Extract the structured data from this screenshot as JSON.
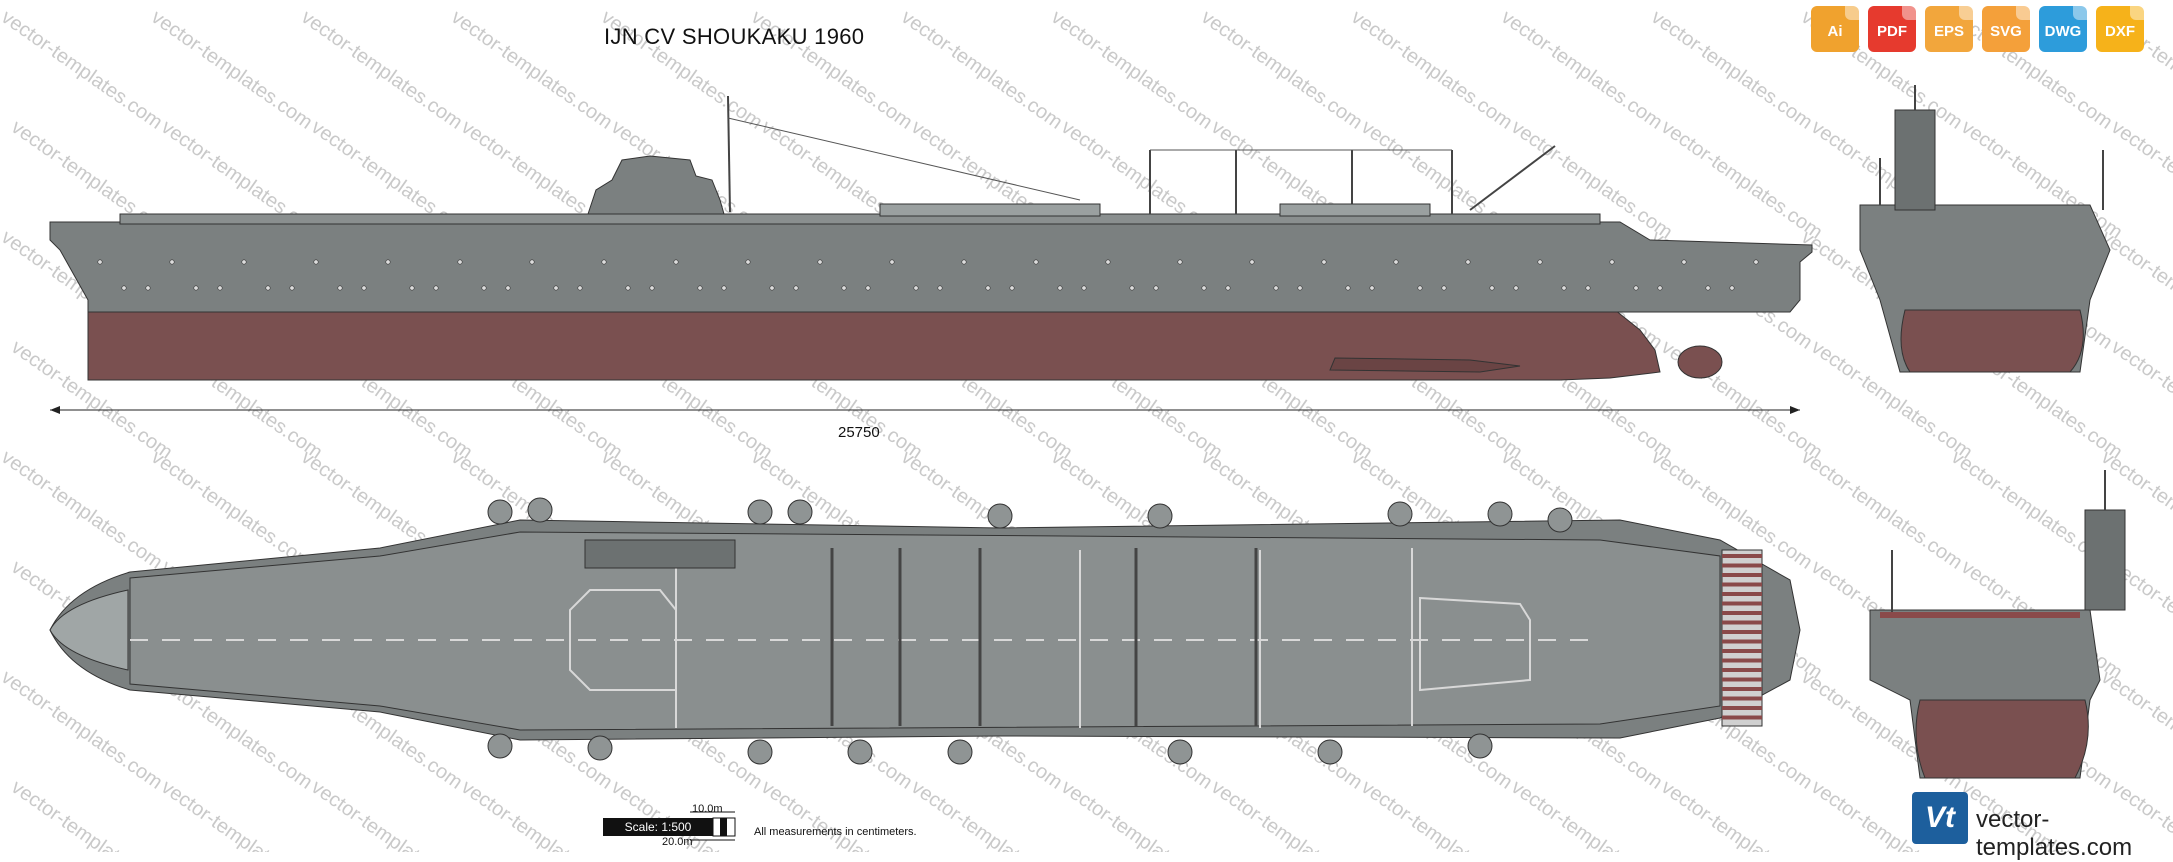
{
  "title": "IJN CV SHOUKAKU 1960",
  "length_dimension": "25750",
  "scale": {
    "label": "Scale: 1:500",
    "tick_10": "10.0m",
    "tick_20": "20.0m"
  },
  "measurement_note": "All measurements in centimeters.",
  "watermark_text": "vector-templates.com",
  "formats": [
    {
      "label": "Ai",
      "color": "#f0a22e"
    },
    {
      "label": "PDF",
      "color": "#e63a2e"
    },
    {
      "label": "EPS",
      "color": "#f2a63c"
    },
    {
      "label": "SVG",
      "color": "#f4a03a"
    },
    {
      "label": "DWG",
      "color": "#2d9cdb"
    },
    {
      "label": "DXF",
      "color": "#f6b21a"
    }
  ],
  "logo": {
    "mark": "Vt",
    "text": "vector-templates.com"
  },
  "colors": {
    "hull_gray": "#7b8080",
    "hull_red": "#7a5050",
    "deck_line": "#d8d8d8"
  }
}
